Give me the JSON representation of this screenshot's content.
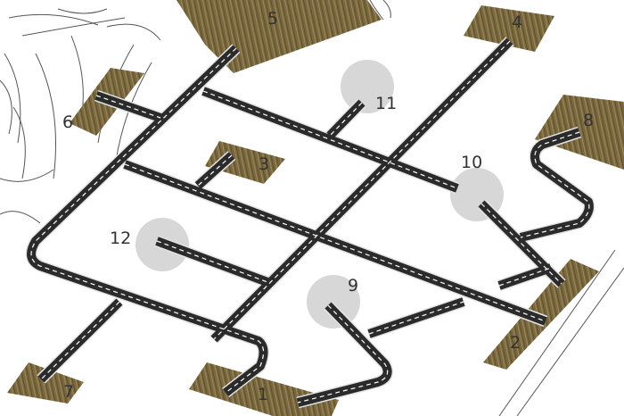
{
  "map": {
    "colors": {
      "background": "#ffffff",
      "road": "#2b2b2b",
      "road_edge": "#dddddd",
      "lane_marking": "#ffffff",
      "field_dark": "#6b5a33",
      "field_light": "#9c8a5a",
      "circle": "#d7d7d7",
      "sketch_lines": "#555555"
    },
    "labels": {
      "l1": "1",
      "l2": "2",
      "l3": "3",
      "l4": "4",
      "l5": "5",
      "l6": "6",
      "l7": "7",
      "l8": "8",
      "l9": "9",
      "l10": "10",
      "l11": "11",
      "l12": "12"
    }
  }
}
